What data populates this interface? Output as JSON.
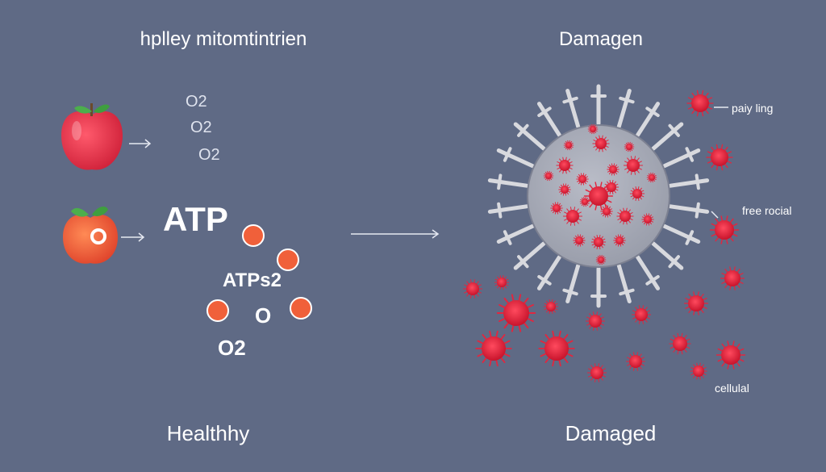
{
  "left_panel": {
    "title": "hplley mitomtintrien",
    "footer": "Healthhy",
    "o2_stack": [
      "O2",
      "O2",
      "O2"
    ],
    "atp_large": "ATP",
    "atp_small": "ATPs2",
    "o_label": "O",
    "o2_bottom": "O2"
  },
  "right_panel": {
    "title": "Damagen",
    "footer": "Damaged",
    "callout_1": "paiy ling",
    "callout_2": "free rocial",
    "callout_3": "cellulal"
  },
  "colors": {
    "background": "#5f6a85",
    "apple_red": "#e0314a",
    "apple_orange": "#f06a40",
    "leaf": "#4cae4c",
    "molecule": "#f0603a",
    "virus_body": "#a9adb9",
    "virus_spot": "#e2263f",
    "spike": "#d8d9de"
  },
  "icons": [
    "apple-icon",
    "molecule-icon",
    "virus-icon",
    "free-radical-icon"
  ]
}
